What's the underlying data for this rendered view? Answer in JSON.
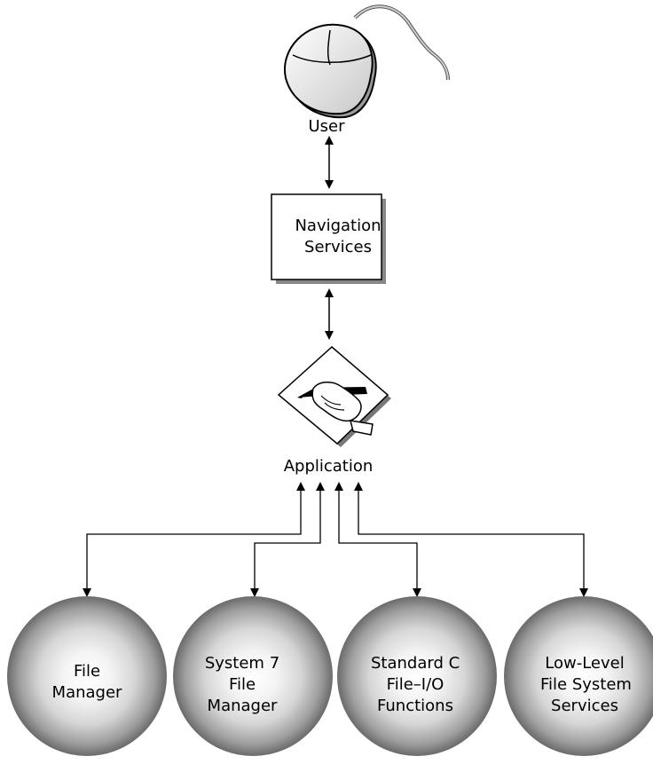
{
  "user": {
    "label": "User"
  },
  "navigation": {
    "lines": [
      "Navigation",
      "Services"
    ]
  },
  "application": {
    "label": "Application"
  },
  "components": [
    {
      "lines": [
        "File",
        "Manager"
      ]
    },
    {
      "lines": [
        "System 7",
        "File",
        "Manager"
      ]
    },
    {
      "lines": [
        "Standard C",
        "File–I/O",
        "Functions"
      ]
    },
    {
      "lines": [
        "Low-Level",
        "File System",
        "Services"
      ]
    }
  ]
}
